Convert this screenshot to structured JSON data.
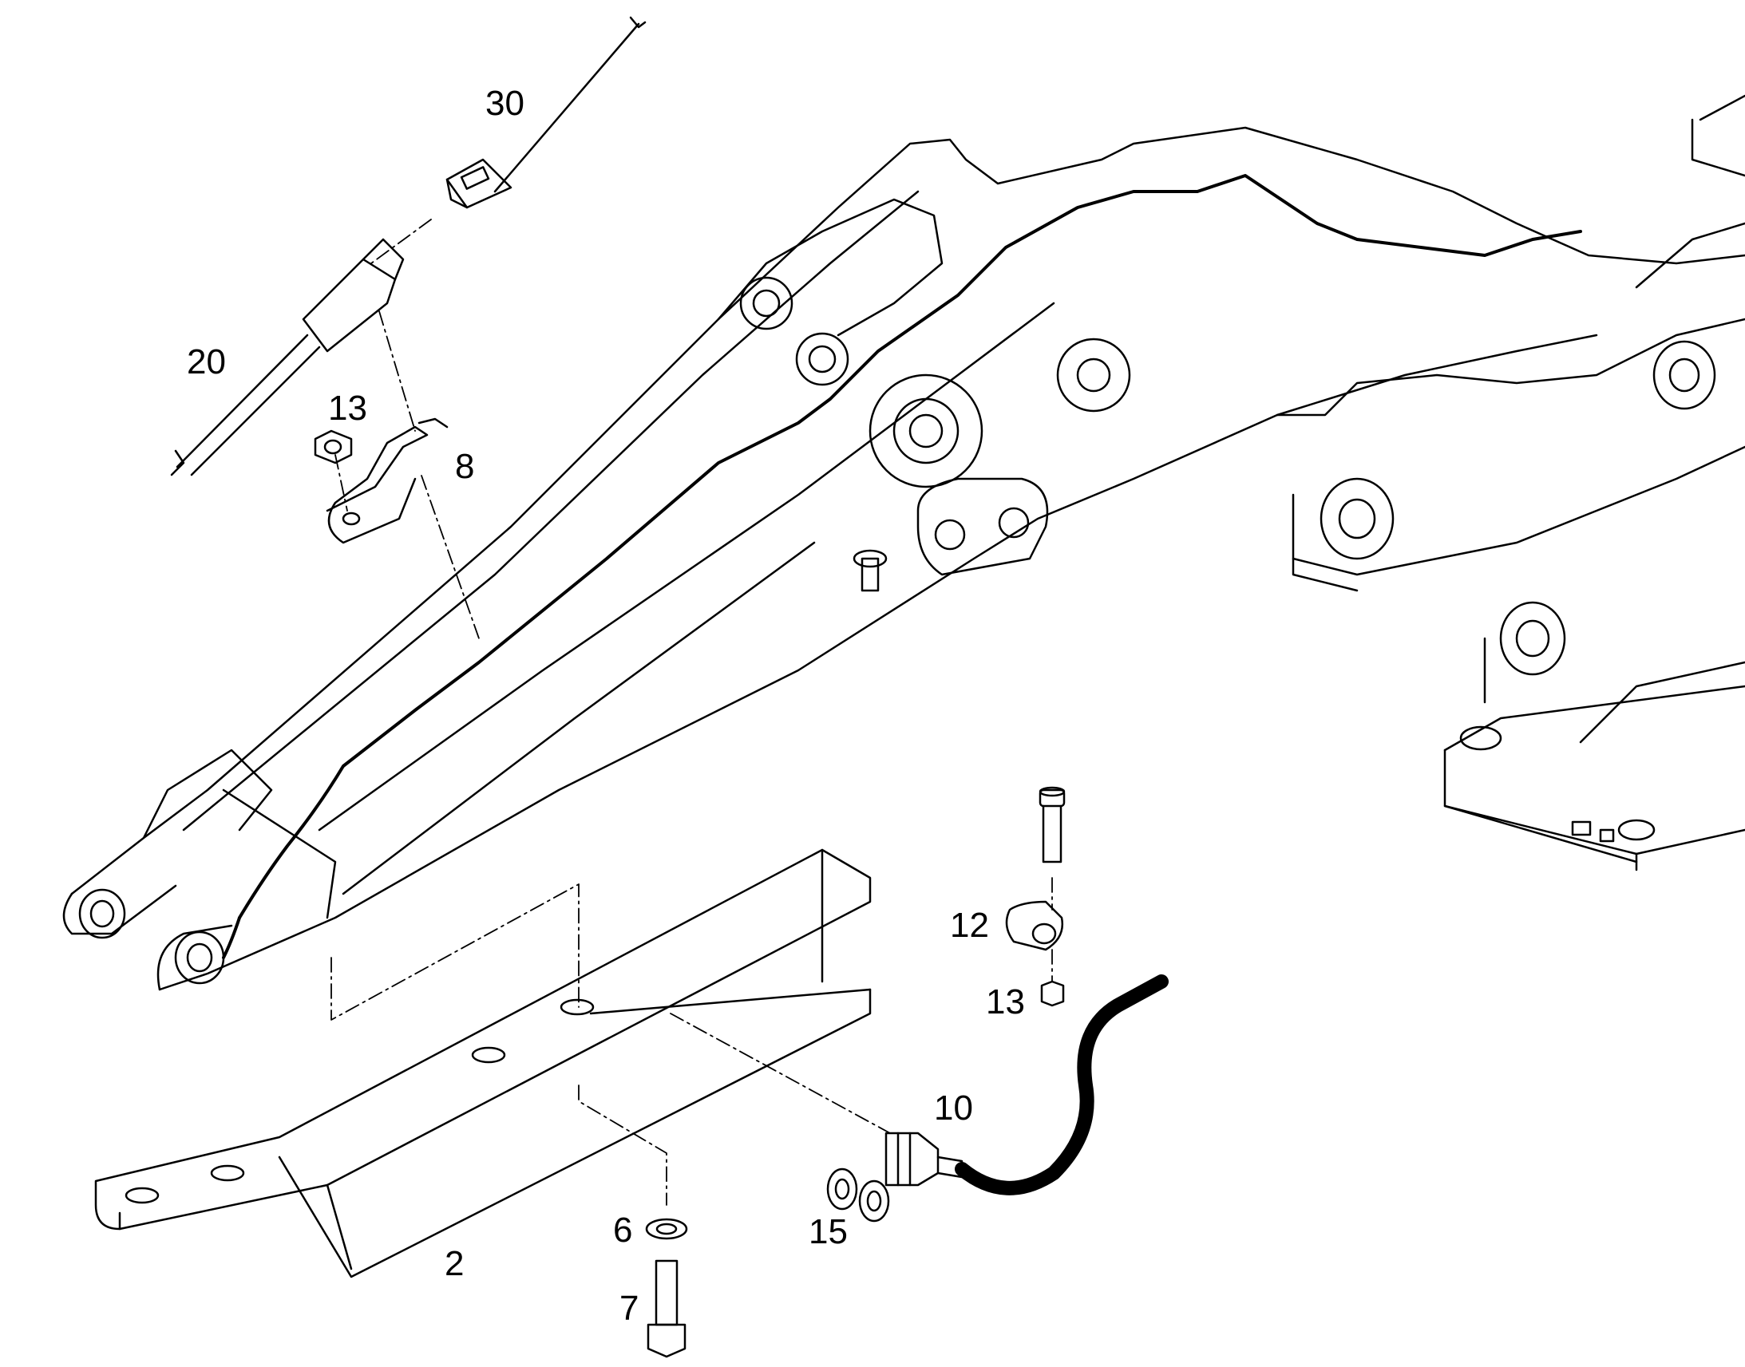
{
  "figure": {
    "callouts": [
      {
        "id": "c30",
        "label": "30"
      },
      {
        "id": "c20",
        "label": "20"
      },
      {
        "id": "c13a",
        "label": "13"
      },
      {
        "id": "c8",
        "label": "8"
      },
      {
        "id": "c12",
        "label": "12"
      },
      {
        "id": "c13b",
        "label": "13"
      },
      {
        "id": "c10",
        "label": "10"
      },
      {
        "id": "c15",
        "label": "15"
      },
      {
        "id": "c6",
        "label": "6"
      },
      {
        "id": "c2",
        "label": "2"
      },
      {
        "id": "c7",
        "label": "7"
      }
    ],
    "colors": {
      "line": "#000000",
      "background": "#ffffff"
    }
  }
}
